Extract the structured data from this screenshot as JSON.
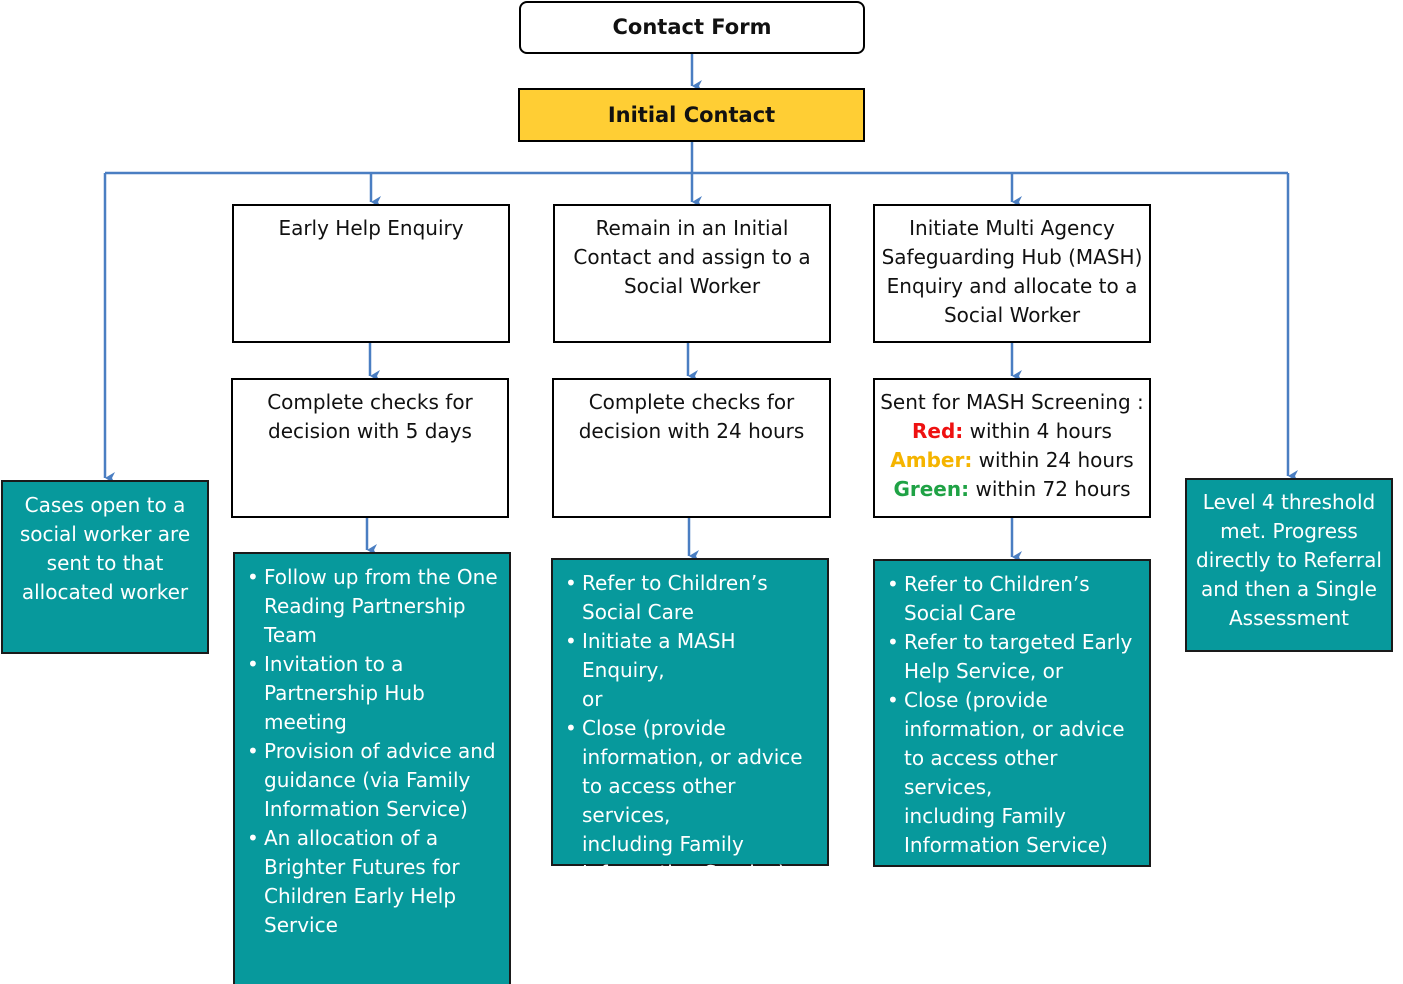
{
  "colors": {
    "line": "#4a7ec2",
    "teal": "#07999c",
    "yellow": "#ffce34",
    "red": "#ee1111",
    "amber": "#f5b400",
    "green": "#1fa245"
  },
  "contact_form": "Contact Form",
  "initial_contact": "Initial Contact",
  "left_box": [
    "Cases open to a",
    "social worker are",
    "sent to that",
    "allocated worker"
  ],
  "right_box": [
    "Level 4 threshold",
    "met.  Progress",
    "directly to Referral",
    "and then a Single",
    "Assessment"
  ],
  "col1": {
    "title": [
      "Early Help Enquiry"
    ],
    "checks": [
      "Complete checks for",
      "decision with 5 days"
    ],
    "actions": [
      [
        "Follow up from the One",
        "Reading Partnership",
        "Team"
      ],
      [
        "Invitation to a",
        "Partnership Hub",
        "meeting"
      ],
      [
        "Provision of advice and",
        "guidance (via Family",
        "Information Service)"
      ],
      [
        "An allocation of a",
        "Brighter Futures for",
        "Children Early Help",
        "Service"
      ]
    ]
  },
  "col2": {
    "title": [
      "Remain in an Initial",
      "Contact and assign to a",
      "Social Worker"
    ],
    "checks": [
      "Complete checks for",
      "decision with 24 hours"
    ],
    "actions": [
      [
        "Refer to Children’s",
        "Social Care"
      ],
      [
        "Initiate a MASH Enquiry,",
        "or"
      ],
      [
        "Close (provide",
        "information, or advice",
        "to access other services,",
        "including Family",
        "Information Service)"
      ]
    ]
  },
  "col3": {
    "title": [
      "Initiate Multi Agency",
      "Safeguarding Hub (MASH)",
      "Enquiry and allocate to a",
      "Social Worker"
    ],
    "screening": {
      "heading": "Sent for MASH Screening :",
      "red_label": "Red:",
      "red_text": " within 4 hours",
      "amber_label": "Amber:",
      "amber_text": " within 24 hours",
      "green_label": "Green:",
      "green_text": " within 72 hours"
    },
    "actions": [
      [
        "Refer to Children’s",
        "Social Care"
      ],
      [
        "Refer to targeted Early",
        "Help Service, or"
      ],
      [
        "Close (provide",
        "information, or advice",
        "to access other services,",
        "including Family",
        "Information Service)"
      ]
    ]
  }
}
